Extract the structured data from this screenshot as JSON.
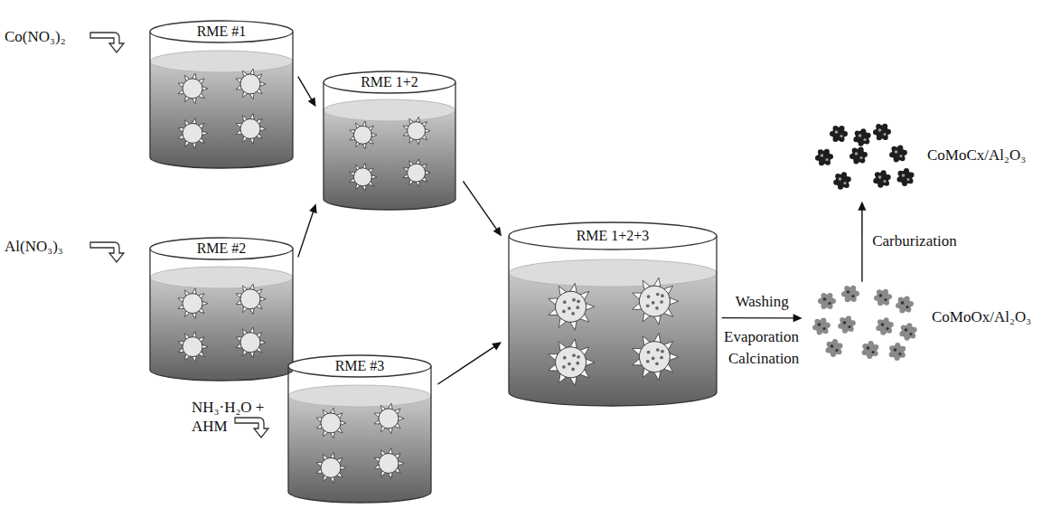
{
  "diagram": {
    "nodes": [
      {
        "text": [
          "RME #1"
        ]
      },
      {
        "text": [
          "RME #2"
        ]
      },
      {
        "text": [
          "RME 1+2"
        ]
      },
      {
        "text": [
          "RME #3"
        ]
      },
      {
        "text": [
          "RME 1+2+3"
        ]
      },
      {
        "text": [
          "CoMoOx/Al₂O₃"
        ]
      },
      {
        "text": [
          "CoMoCx/Al₂O₃"
        ]
      }
    ],
    "edges": [
      {
        "from": 0,
        "to": 2,
        "arrow": "to"
      },
      {
        "from": 1,
        "to": 2,
        "arrow": "to"
      },
      {
        "from": 2,
        "to": 4,
        "arrow": "to"
      },
      {
        "from": 3,
        "to": 4,
        "arrow": "to"
      },
      {
        "from": 4,
        "to": 5,
        "label": "Washing",
        "arrow": "to"
      },
      {
        "from": 5,
        "to": 6,
        "label": "Carburization",
        "arrow": "to"
      }
    ],
    "labels": [
      "Co(NO₃)₂",
      "Al(NO₃)₃",
      "NH₃·H₂O + AHM",
      "Evaporation",
      "Calcination"
    ]
  }
}
